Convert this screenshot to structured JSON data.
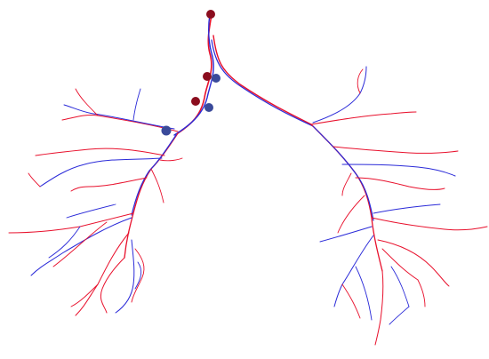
{
  "scene": {
    "background": "#ffffff",
    "colors": {
      "red": "#e8102c",
      "blue": "#2a2ad8",
      "marker_red": "#8b0d1e",
      "marker_blue": "#3a4a9a"
    },
    "markers": [
      {
        "name": "marker-top",
        "color": "marker_red"
      },
      {
        "name": "marker-mid-1",
        "color": "marker_red"
      },
      {
        "name": "marker-mid-2",
        "color": "marker_blue"
      },
      {
        "name": "marker-mid-3",
        "color": "marker_red"
      },
      {
        "name": "marker-mid-4",
        "color": "marker_blue"
      },
      {
        "name": "marker-left",
        "color": "marker_blue"
      }
    ]
  }
}
